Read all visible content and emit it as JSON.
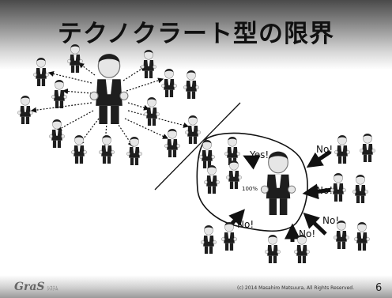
{
  "slide": {
    "title": "テクノクラート型の限界",
    "labels": {
      "yes": "Yes!",
      "percent": "100%",
      "no": "No!"
    },
    "footer": {
      "logo": "GraS",
      "logo_sub": "ｼｽﾃﾑ",
      "copyright": "(c) 2014 Masahiro Matsuura, All Rights Reserved.",
      "page_number": "6"
    }
  },
  "colors": {
    "title_bar_dark": "#4a4a4a",
    "figure_dark": "#1e1e1e",
    "skin": "#e6e6e6",
    "arrow": "#111111"
  }
}
